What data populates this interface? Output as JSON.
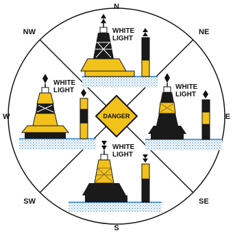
{
  "compass": {
    "north": "N",
    "south": "S",
    "east": "E",
    "west": "W",
    "northeast": "NE",
    "northwest": "NW",
    "southeast": "SE",
    "southwest": "SW"
  },
  "center_label": "DANGER",
  "buoys": {
    "north": {
      "light_line1": "WHITE",
      "light_line2": "LIGHT"
    },
    "west": {
      "light_line1": "WHITE",
      "light_line2": "LIGHT"
    },
    "east": {
      "light_line1": "WHITE",
      "light_line2": "LIGHT"
    },
    "south": {
      "light_line1": "WHITE",
      "light_line2": "LIGHT"
    }
  },
  "colors": {
    "yellow": "#F2C21B",
    "black": "#1a1a1a",
    "water": "#2a7fd0",
    "line": "#111111",
    "tower_brown": "#8a6a2a"
  }
}
